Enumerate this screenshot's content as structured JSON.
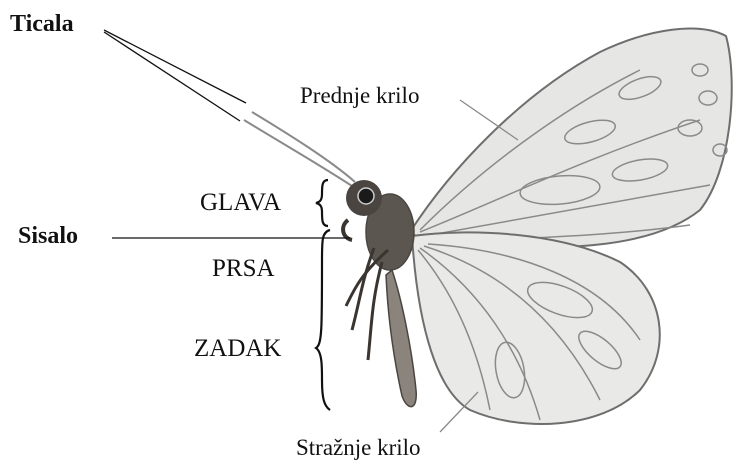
{
  "labels": {
    "antennae": "Ticala",
    "proboscis": "Sisalo",
    "head": "GLAVA",
    "thorax": "PRSA",
    "abdomen": "ZADAK",
    "forewing": "Prednje krilo",
    "hindwing": "Stražnje krilo"
  },
  "colors": {
    "ink": "#111111",
    "wing_fill": "#e6e6e4",
    "wing_outline": "#6e6e6e",
    "body": "#4a4540"
  }
}
